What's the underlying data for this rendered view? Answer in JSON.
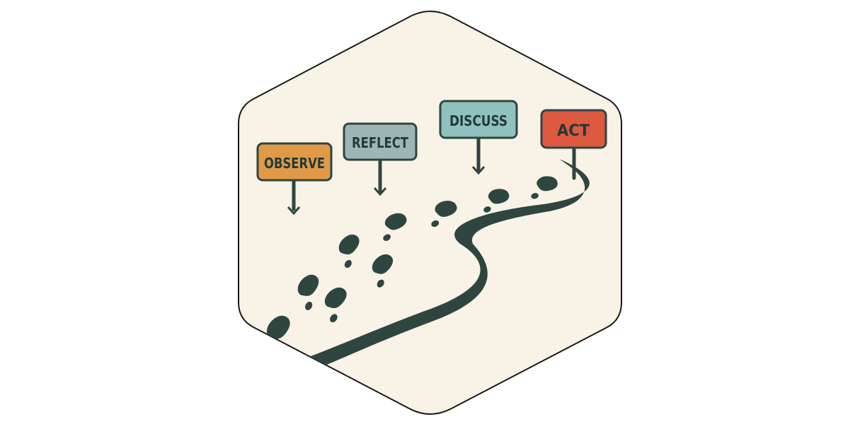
{
  "diagram": {
    "signs": [
      {
        "label": "OBSERVE",
        "color": "#e09a47"
      },
      {
        "label": "REFLECT",
        "color": "#9db5b4"
      },
      {
        "label": "DISCUSS",
        "color": "#8fc1bf"
      },
      {
        "label": "ACT",
        "color": "#dd5a40"
      }
    ],
    "colors": {
      "background": "#f8f2e7",
      "outline": "#1a1a1a",
      "ink": "#2f4540"
    }
  }
}
